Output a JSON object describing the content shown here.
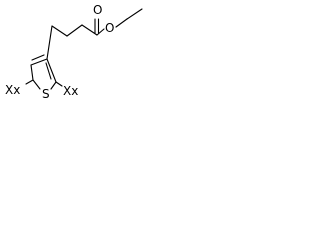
{
  "structure": {
    "atom_labels": {
      "carbonyl_oxygen": "O",
      "ester_oxygen": "O",
      "ring_sulfur": "S",
      "left_substituent": "Xx",
      "right_substituent": "Xx"
    }
  }
}
